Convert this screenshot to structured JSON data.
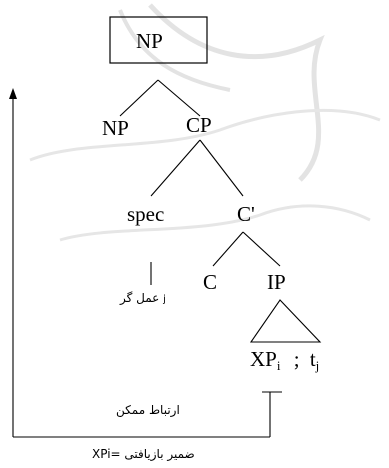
{
  "tree": {
    "root": "NP",
    "np_child": "NP",
    "cp": "CP",
    "spec": "spec",
    "cbar": "C'",
    "c": "C",
    "ip": "IP",
    "xp_base": "XP",
    "xp_sub": "i",
    "trace_sep": ";",
    "trace_base": "t",
    "trace_sub": "j"
  },
  "annotations": {
    "operator_sub": "j",
    "operator": "عمل گر",
    "relation": "ارتباط  ممکن",
    "legend": "XPi= ضمیر بازیافتی"
  },
  "colors": {
    "line": "#000000",
    "watermark": "#d9d9d9"
  }
}
